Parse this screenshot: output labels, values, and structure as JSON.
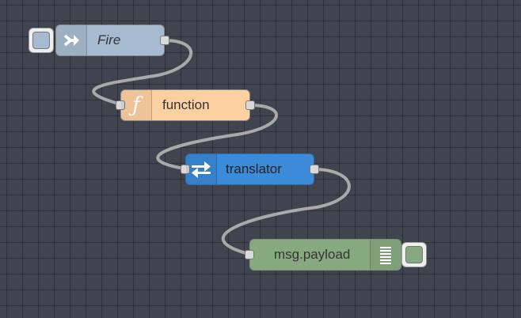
{
  "flow": {
    "nodes": {
      "inject": {
        "label": "Fire",
        "color": "#a6bbcf",
        "icon": "inject-arrow-icon"
      },
      "function": {
        "label": "function",
        "color": "#fdd0a2",
        "icon": "function-f-icon",
        "icon_glyph": "ƒ"
      },
      "translator": {
        "label": "translator",
        "color": "#3b8bd9",
        "icon": "swap-arrows-icon"
      },
      "debug": {
        "label": "msg.payload",
        "color": "#87a980",
        "icon": "debug-list-icon"
      }
    },
    "wire_color": "#a9a9a9",
    "canvas_color": "#3f444f"
  }
}
